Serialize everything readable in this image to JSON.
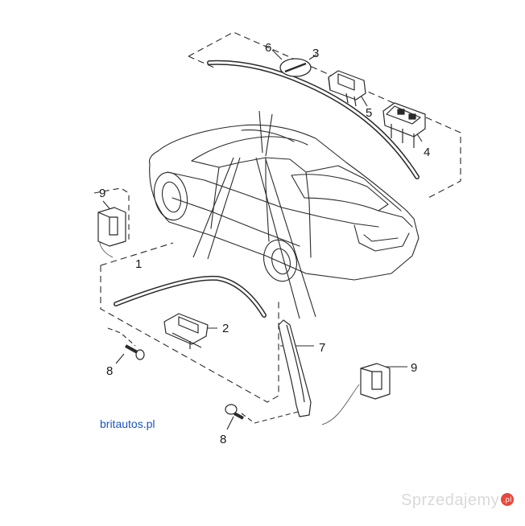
{
  "colors": {
    "line": "#2a2a2a",
    "light_line": "#6a6a6a",
    "site_text": "#1a55c4",
    "brand_accent": "#e8473b"
  },
  "callouts": {
    "c1": "1",
    "c2": "2",
    "c3": "3",
    "c4": "4",
    "c5": "5",
    "c6": "6",
    "c7": "7",
    "c8a": "8",
    "c8b": "8",
    "c9a": "9",
    "c9b": "9"
  },
  "watermarks": {
    "site": "britautos.pl",
    "brand": "Sprzedajemy",
    "brand_badge": ".pl"
  }
}
